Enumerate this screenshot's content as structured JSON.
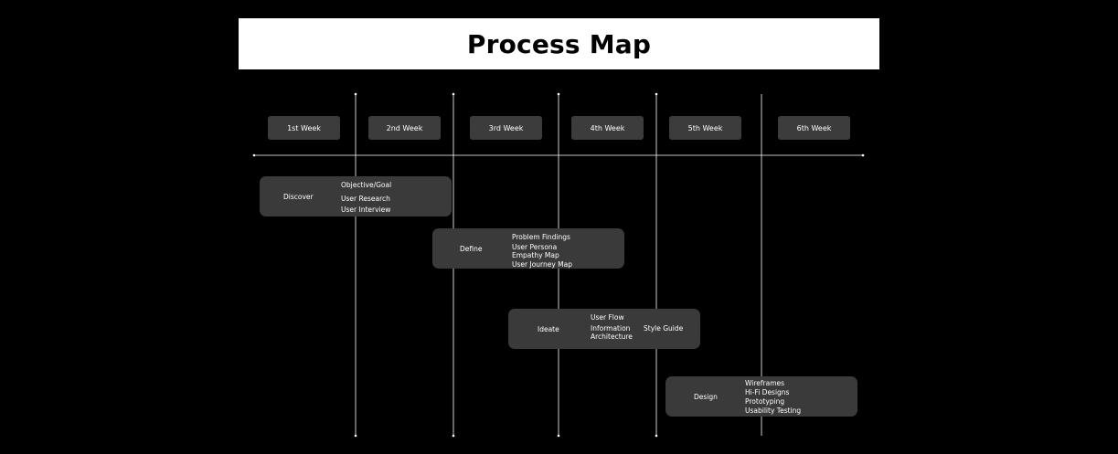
{
  "title": "Process Map",
  "weeks": [
    "1st Week",
    "2nd Week",
    "3rd Week",
    "4th Week",
    "5th Week",
    "6th Week"
  ],
  "phases": [
    {
      "name": "Discover",
      "tasks": [
        "Objective/Goal",
        "User Research",
        "User Interview"
      ]
    },
    {
      "name": "Define",
      "tasks": [
        "Problem Findings",
        "User Persona",
        "Empathy Map",
        "User Journey Map"
      ]
    },
    {
      "name": "Ideate",
      "tasks": [
        "User Flow",
        "Information\nArchitecture",
        "Style Guide"
      ]
    },
    {
      "name": "Design",
      "tasks": [
        "Wireframes",
        "Hi-Fi Designs",
        "Prototyping",
        "Usability Testing"
      ]
    }
  ],
  "colors": {
    "background": "#000000",
    "title_band": "#ffffff",
    "box": "#3a3a3a",
    "line": "#ffffff"
  }
}
